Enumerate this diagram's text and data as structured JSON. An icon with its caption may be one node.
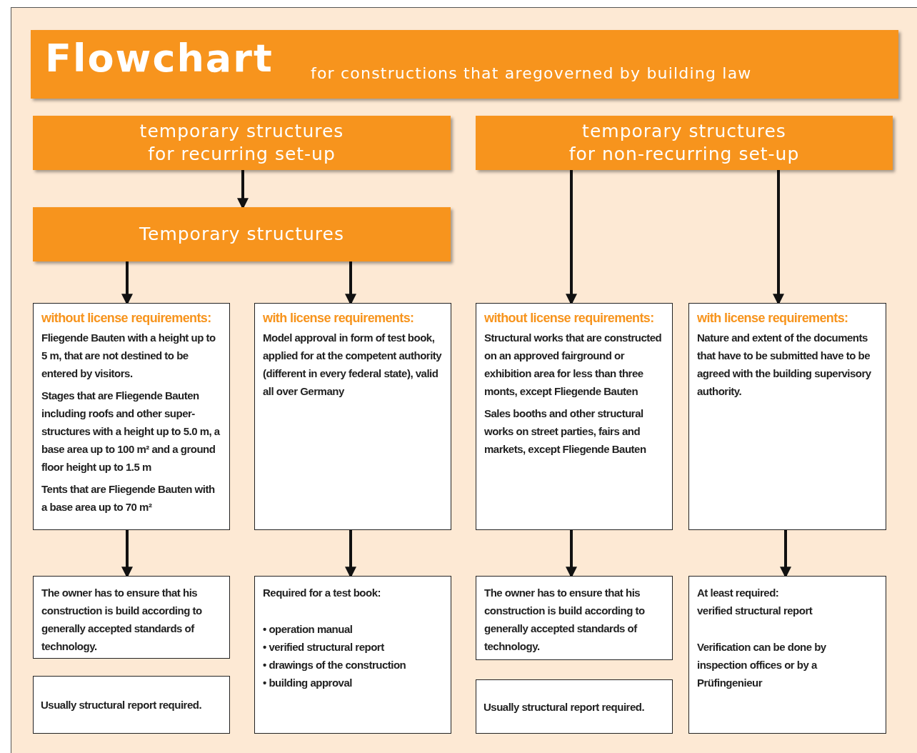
{
  "diagram": {
    "title": "Flowchart",
    "nodes": [
      {
        "text": [
          "temporary structures for recurring set-up"
        ]
      },
      {
        "text": [
          "temporary structures for non-recurring set-up"
        ]
      },
      {
        "text": [
          "Temporary structures"
        ]
      },
      {
        "text": [
          "without license requirements:",
          "Fliegende Bauten with a height up to 5 m, that are not destined to be entered by visitors.",
          "Stages that are Fliegende Bauten including roofs and other super-structures with a height up to 5.0 m, a base area up to 100 m² and a ground floor height up to 1.5 m",
          "Tents that are Fliegende Bauten with a base area up to 70 m²"
        ]
      },
      {
        "text": [
          "with license requirements:",
          "Model approval in form of test book, applied for at the competent authority (different in every federal state), valid all over Germany"
        ]
      },
      {
        "text": [
          "without license requirements:",
          "Structural works that are constructed on an approved fairground or exhibition area for less than three monts, except Fliegende Bauten",
          "Sales booths and other structural works on street parties, fairs and markets, except Fliegende Bauten"
        ]
      },
      {
        "text": [
          "with license requirements:",
          "Nature and extent of the documents that have to be submitted have to be agreed with the building supervisory authority."
        ]
      },
      {
        "text": [
          "The owner has to ensure that his construction is build according to generally accepted standards of technology."
        ]
      },
      {
        "text": [
          "Usually structural report required."
        ]
      },
      {
        "text": [
          "Required for a test book:",
          "• operation manual",
          "• verified structural report",
          "• drawings of the construction",
          "• building approval"
        ]
      },
      {
        "text": [
          "The owner has to ensure that his construction is build according to generally accepted standards of technology."
        ]
      },
      {
        "text": [
          "Usually structural report required."
        ]
      },
      {
        "text": [
          "At least required:",
          "verified structural report",
          "Verification can be done by inspection offices or by a Prüfingenieur"
        ]
      }
    ],
    "edges": [
      {
        "from": 0,
        "to": 2,
        "arrow": "to"
      },
      {
        "from": 2,
        "to": 3,
        "arrow": "to"
      },
      {
        "from": 2,
        "to": 4,
        "arrow": "to"
      },
      {
        "from": 1,
        "to": 5,
        "arrow": "to"
      },
      {
        "from": 1,
        "to": 6,
        "arrow": "to"
      },
      {
        "from": 3,
        "to": 7,
        "arrow": "to"
      },
      {
        "from": 4,
        "to": 9,
        "arrow": "to"
      },
      {
        "from": 5,
        "to": 10,
        "arrow": "to"
      },
      {
        "from": 6,
        "to": 12,
        "arrow": "to"
      }
    ],
    "labels": [
      "for constructions that aregoverned by building law"
    ]
  }
}
